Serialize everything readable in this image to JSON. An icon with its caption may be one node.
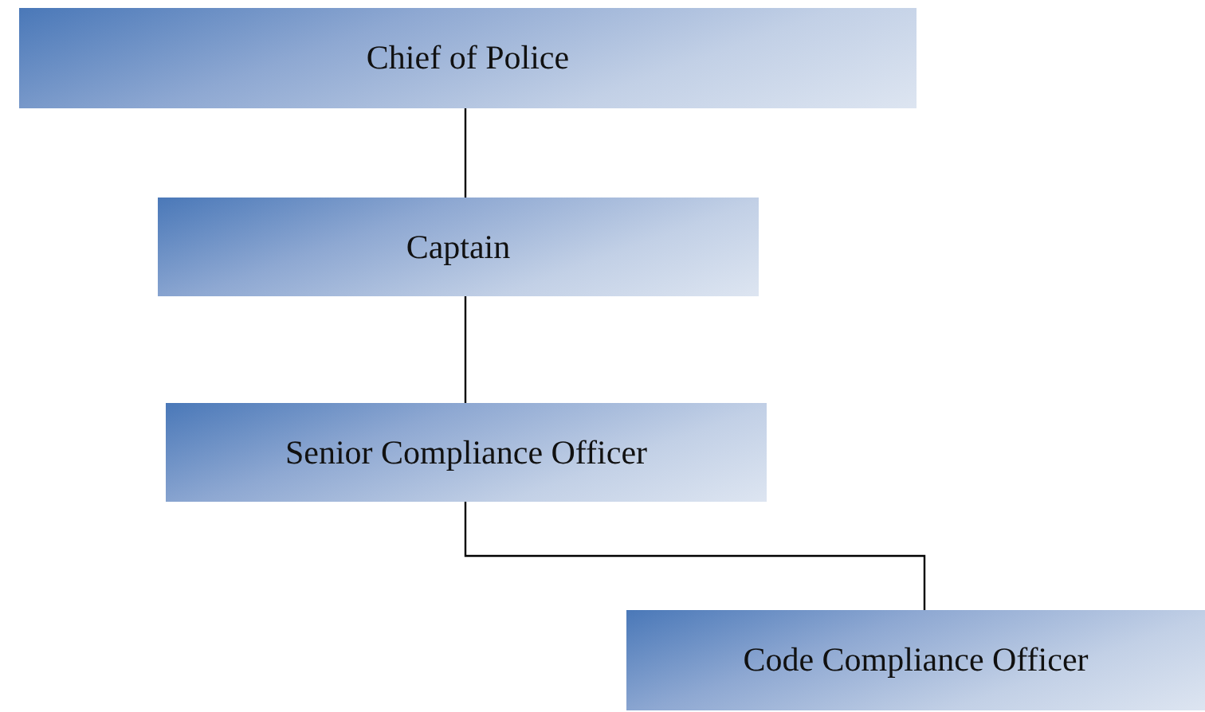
{
  "diagram": {
    "nodes": [
      {
        "text": [
          "Chief of Police"
        ]
      },
      {
        "text": [
          "Captain"
        ]
      },
      {
        "text": [
          "Senior Compliance Officer"
        ]
      },
      {
        "text": [
          "Code Compliance Officer"
        ]
      }
    ],
    "edges": [
      {
        "from": 0,
        "to": 1,
        "arrow": "none"
      },
      {
        "from": 1,
        "to": 2,
        "arrow": "none"
      },
      {
        "from": 2,
        "to": 3,
        "arrow": "none"
      }
    ]
  }
}
